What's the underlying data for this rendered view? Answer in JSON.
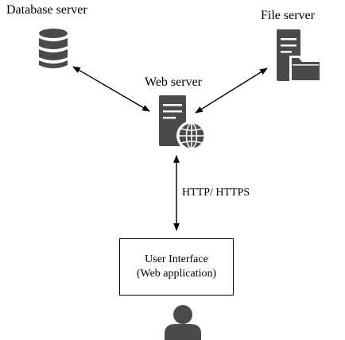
{
  "nodes": {
    "database": {
      "label": "Database server",
      "icon": "database-icon"
    },
    "file": {
      "label": "File server",
      "icon": "file-server-icon"
    },
    "web": {
      "label": "Web server",
      "icon": "web-server-icon"
    },
    "ui": {
      "line1": "User Interface",
      "line2": "(Web application)"
    },
    "user": {
      "icon": "user-icon"
    }
  },
  "edges": {
    "web_to_ui": {
      "label": "HTTP/ HTTPS"
    }
  },
  "colors": {
    "icon": "#4a4a4a",
    "line": "#000000"
  }
}
